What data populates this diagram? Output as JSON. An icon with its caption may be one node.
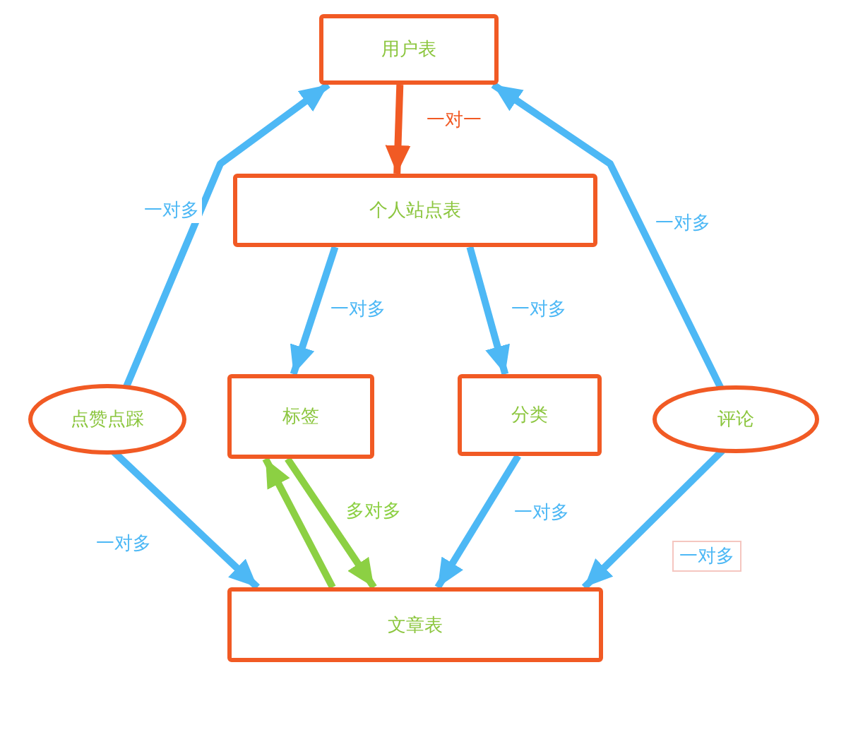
{
  "diagram": {
    "nodes": [
      {
        "text": [
          "用户表"
        ]
      },
      {
        "text": [
          "个人站点表"
        ]
      },
      {
        "text": [
          "点赞点踩"
        ]
      },
      {
        "text": [
          "标签"
        ]
      },
      {
        "text": [
          "分类"
        ]
      },
      {
        "text": [
          "评论"
        ]
      },
      {
        "text": [
          "文章表"
        ]
      }
    ],
    "edges": [
      {
        "from": 0,
        "to": 1,
        "arrow": "to",
        "label": "一对一",
        "color": "#f15a24"
      },
      {
        "from": 2,
        "to": 0,
        "arrow": "to",
        "label": "一对多"
      },
      {
        "from": 5,
        "to": 0,
        "arrow": "to",
        "label": "一对多"
      },
      {
        "from": 1,
        "to": 3,
        "arrow": "to",
        "label": "一对多"
      },
      {
        "from": 1,
        "to": 4,
        "arrow": "to",
        "label": "一对多"
      },
      {
        "from": 2,
        "to": 6,
        "arrow": "to",
        "label": "一对多"
      },
      {
        "from": 5,
        "to": 6,
        "arrow": "to",
        "label": "一对多"
      },
      {
        "from": 4,
        "to": 6,
        "arrow": "to",
        "label": "一对多"
      },
      {
        "from": 6,
        "to": 3,
        "arrow": "to",
        "color": "#8cd043"
      },
      {
        "from": 3,
        "to": 6,
        "arrow": "to",
        "label": "多对多",
        "color": "#8cd043"
      }
    ]
  }
}
